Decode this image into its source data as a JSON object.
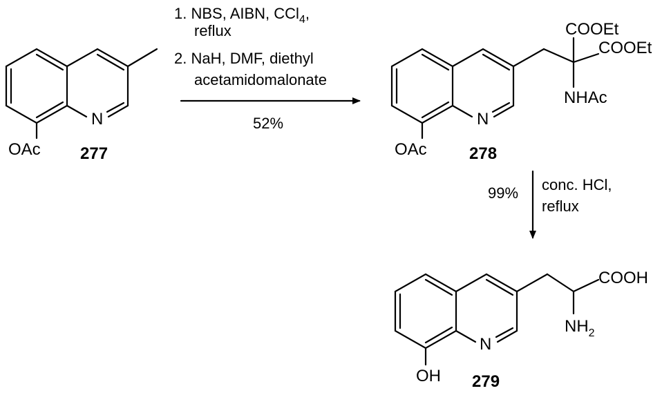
{
  "compounds": {
    "c277": {
      "label": "277",
      "substituent": "OAc",
      "ring_n": "N"
    },
    "c278": {
      "label": "278",
      "substituent": "OAc",
      "ring_n": "N",
      "ester1": "COOEt",
      "ester2": "COOEt",
      "amide": "NHAc"
    },
    "c279": {
      "label": "279",
      "substituent": "OH",
      "ring_n": "N",
      "acid": "COOH",
      "amine": "NH",
      "amine_sub": "2"
    }
  },
  "step1": {
    "line1_prefix": "1. NBS, AIBN, CCl",
    "line1_sub": "4",
    "line1_suffix": ",",
    "line2": "reflux",
    "line3": "2. NaH, DMF, diethyl",
    "line4": "acetamidomalonate",
    "yield": "52%"
  },
  "step2": {
    "yield": "99%",
    "line1": "conc. HCl,",
    "line2": "reflux"
  }
}
